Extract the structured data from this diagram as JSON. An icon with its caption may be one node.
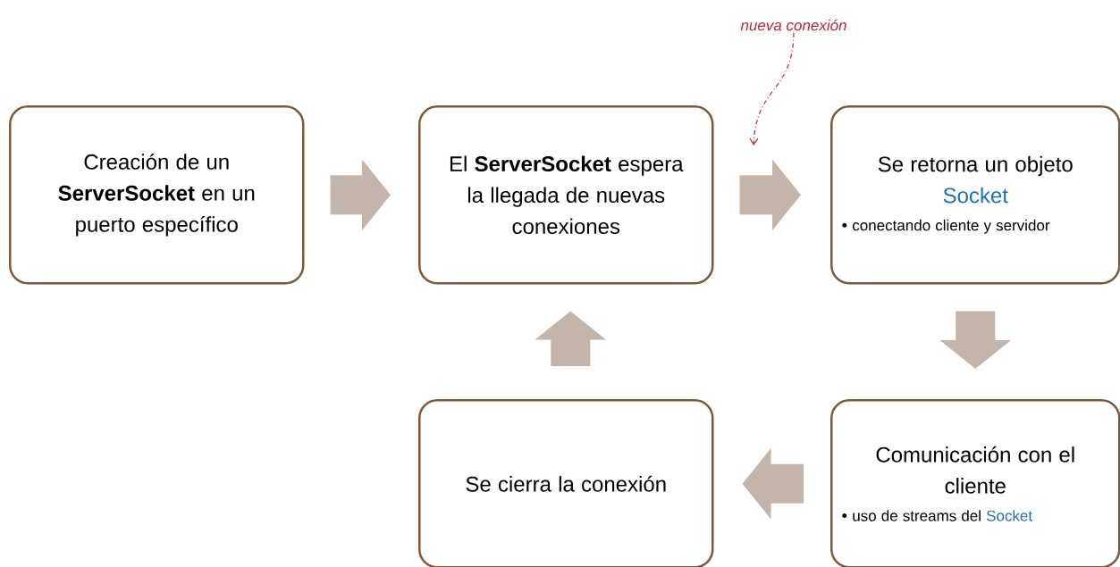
{
  "diagram": {
    "nodes": [
      {
        "text": [
          "Creación de un **ServerSocket** en un puerto específico"
        ]
      },
      {
        "text": [
          "El **ServerSocket** espera la llegada de nuevas conexiones"
        ]
      },
      {
        "text": [
          "Se retorna un objeto",
          "Socket",
          "conectando cliente y servidor"
        ]
      },
      {
        "text": [
          "Comunicación con el cliente",
          "uso de streams del",
          "Socket"
        ]
      },
      {
        "text": [
          "Se cierra la conexión"
        ]
      },
      {
        "text": [
          "nueva conexión"
        ]
      }
    ],
    "edges": [
      {
        "from": 0,
        "to": 1,
        "arrow": "to"
      },
      {
        "from": 1,
        "to": 2,
        "arrow": "to"
      },
      {
        "from": 2,
        "to": 3,
        "arrow": "to"
      },
      {
        "from": 3,
        "to": 4,
        "arrow": "to"
      },
      {
        "from": 4,
        "to": 1,
        "arrow": "to"
      },
      {
        "from": 5,
        "to": null,
        "arrow": "to",
        "style": "dashed",
        "color": "#c0282d"
      }
    ]
  }
}
